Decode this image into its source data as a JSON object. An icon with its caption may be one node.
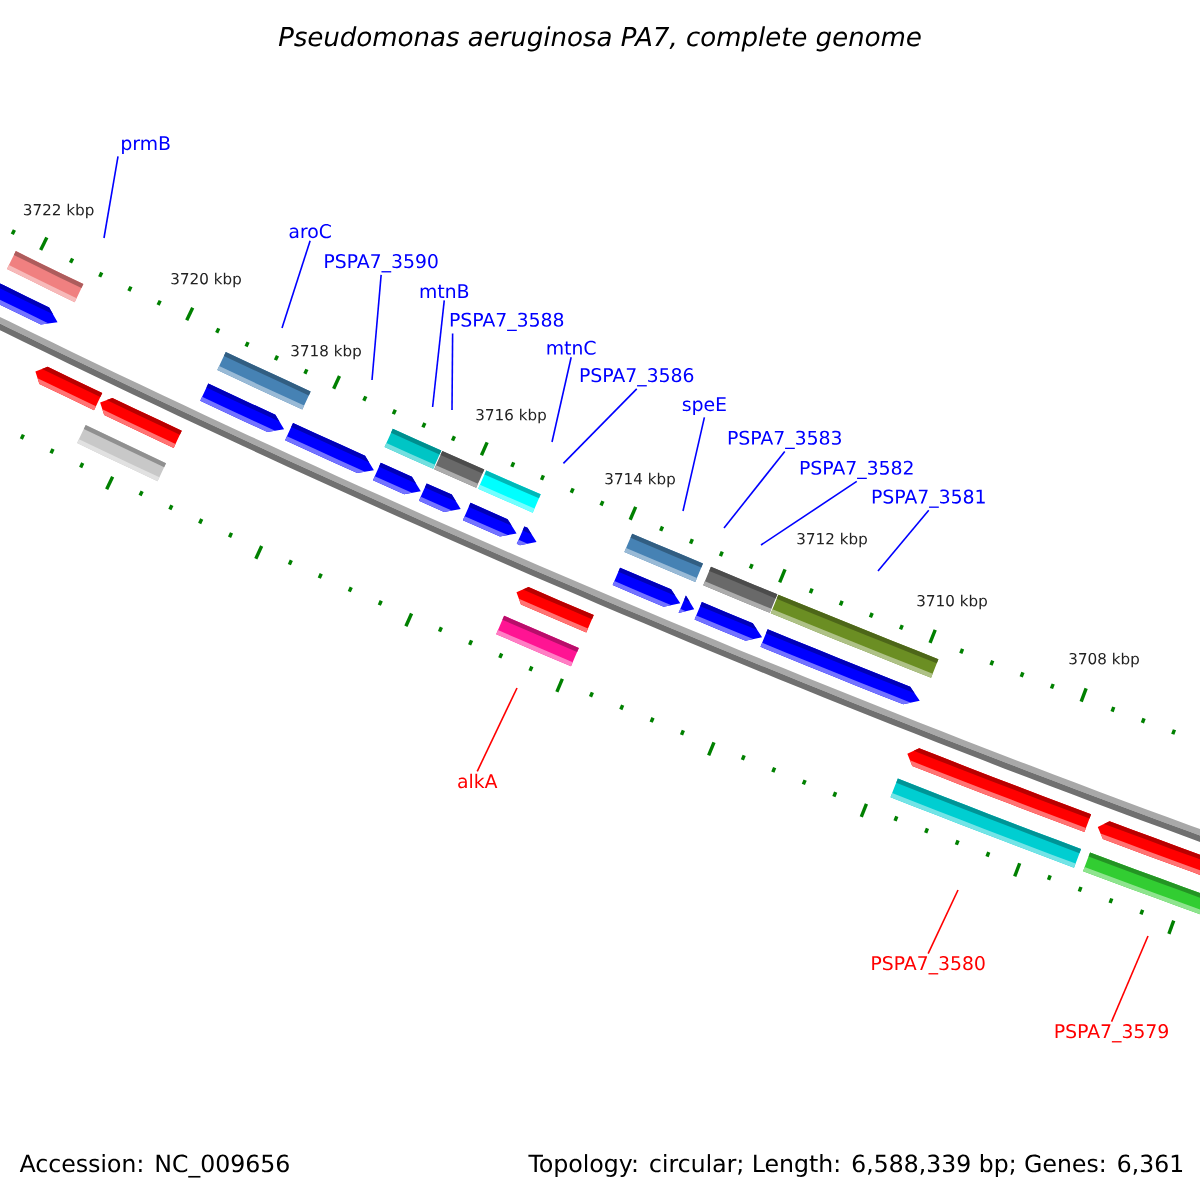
{
  "diagram": {
    "title": "Pseudomonas aeruginosa PA7, complete genome",
    "nodes": [
      {
        "text": [
          "prmB"
        ]
      },
      {
        "text": [
          "aroC"
        ]
      },
      {
        "text": [
          "PSPA7_3590"
        ]
      },
      {
        "text": [
          "mtnB"
        ]
      },
      {
        "text": [
          "PSPA7_3588"
        ]
      },
      {
        "text": [
          "mtnC"
        ]
      },
      {
        "text": [
          "PSPA7_3586"
        ]
      },
      {
        "text": [
          "speE"
        ]
      },
      {
        "text": [
          "PSPA7_3583"
        ]
      },
      {
        "text": [
          "PSPA7_3582"
        ]
      },
      {
        "text": [
          "PSPA7_3581"
        ]
      },
      {
        "text": [
          "alkA"
        ]
      },
      {
        "text": [
          "PSPA7_3580"
        ]
      },
      {
        "text": [
          "PSPA7_3579"
        ]
      }
    ],
    "edges": [
      {
        "from": 0,
        "to": null,
        "arrow": "none"
      },
      {
        "from": 1,
        "to": null,
        "arrow": "none"
      },
      {
        "from": 2,
        "to": null,
        "arrow": "none"
      },
      {
        "from": 3,
        "to": null,
        "arrow": "none"
      },
      {
        "from": 4,
        "to": null,
        "arrow": "none"
      },
      {
        "from": 5,
        "to": null,
        "arrow": "none"
      },
      {
        "from": 6,
        "to": null,
        "arrow": "none"
      },
      {
        "from": 7,
        "to": null,
        "arrow": "none"
      },
      {
        "from": 8,
        "to": null,
        "arrow": "none"
      },
      {
        "from": 9,
        "to": null,
        "arrow": "none"
      },
      {
        "from": 10,
        "to": null,
        "arrow": "none"
      },
      {
        "from": 11,
        "to": null,
        "arrow": "none",
        "color": "#ff0000"
      },
      {
        "from": 12,
        "to": null,
        "arrow": "none",
        "color": "#ff0000"
      },
      {
        "from": 13,
        "to": null,
        "arrow": "none",
        "color": "#ff0000"
      }
    ],
    "labels": [
      "3722 kbp",
      "3720 kbp",
      "3718 kbp",
      "3716 kbp",
      "3714 kbp",
      "3712 kbp",
      "3710 kbp",
      "3708 kbp",
      "Accession: NC_009656",
      "Topology: circular; Length: 6,588,339 bp; Genes: 6,361"
    ]
  }
}
